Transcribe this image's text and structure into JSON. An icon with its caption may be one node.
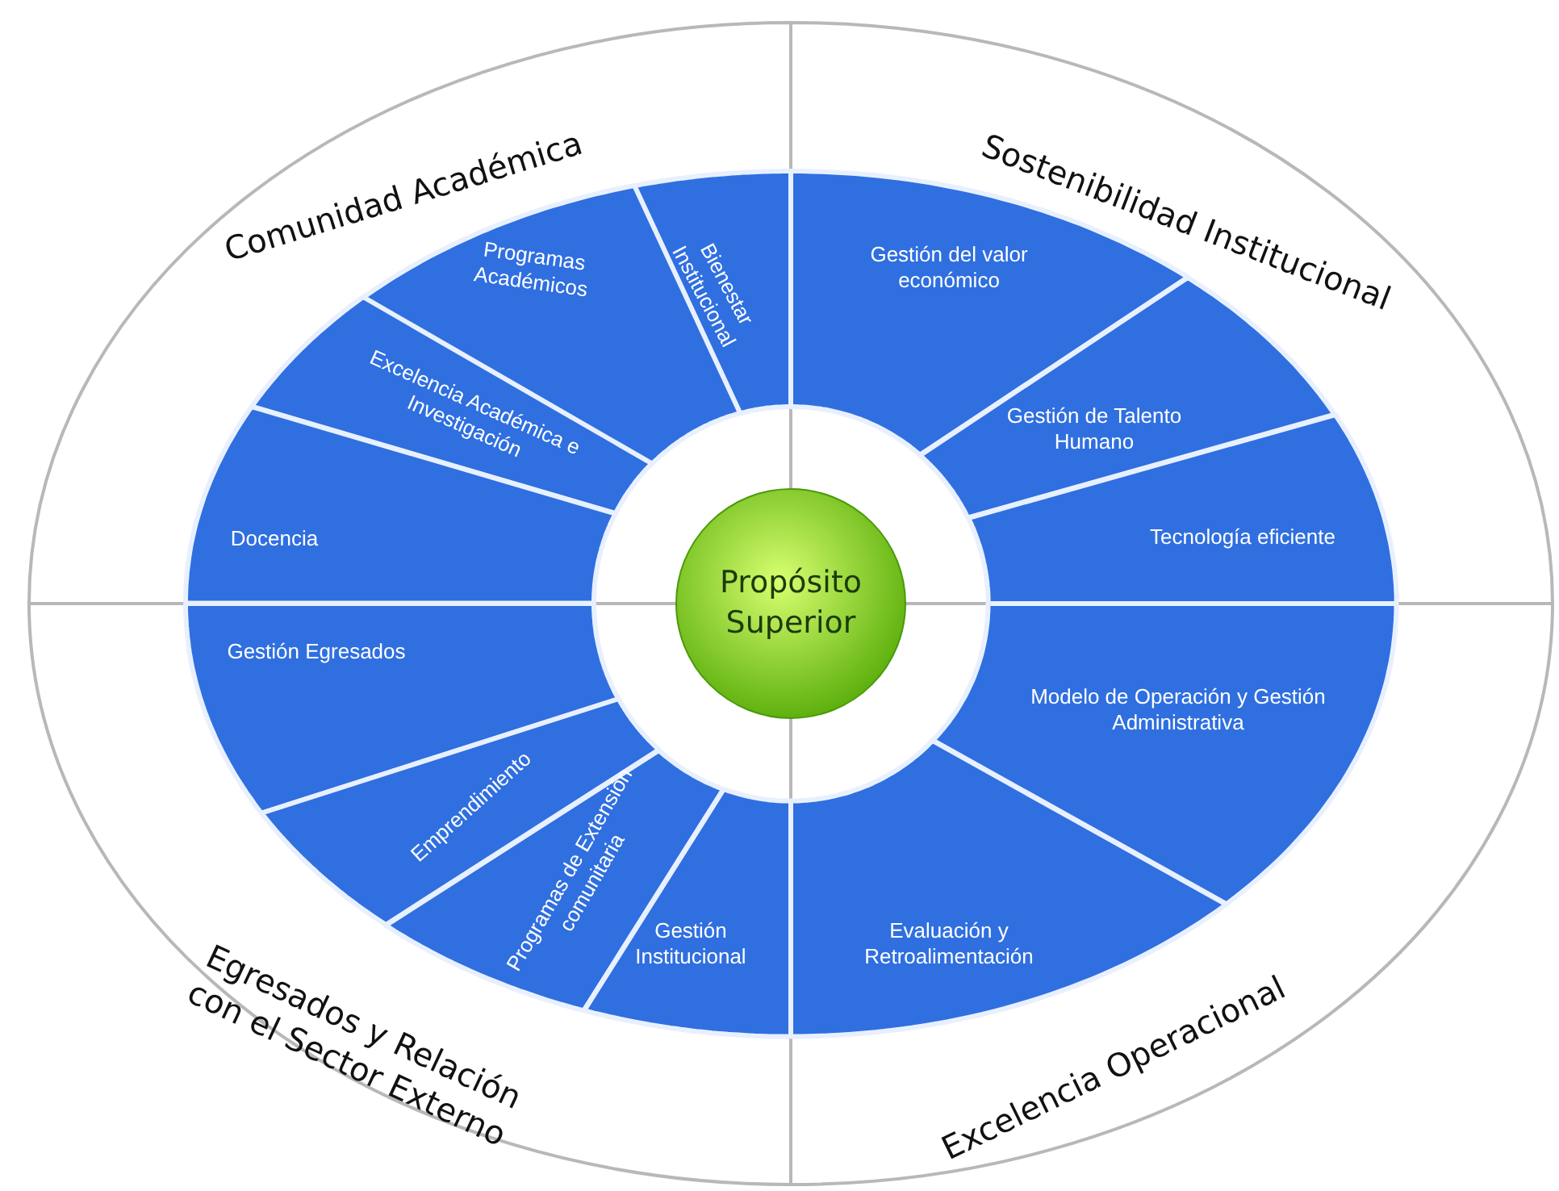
{
  "diagram": {
    "nodes": [
      {
        "text": [
          "Comunidad Académica"
        ]
      },
      {
        "text": [
          "Bienestar Institucional"
        ],
        "in": 0
      },
      {
        "text": [
          "Programas Académicos"
        ],
        "in": 0
      },
      {
        "text": [
          "Excelencia Académica e Investigación"
        ],
        "in": 0
      },
      {
        "text": [
          "Docencia"
        ],
        "in": 0
      },
      {
        "text": [
          "Sostenibilidad Institucional"
        ]
      },
      {
        "text": [
          "Gestión del valor económico"
        ],
        "in": 5
      },
      {
        "text": [
          "Gestión de Talento Humano"
        ],
        "in": 5
      },
      {
        "text": [
          "Tecnología eficiente"
        ],
        "in": 5
      },
      {
        "text": [
          "Egresados y Relación con el Sector Externo"
        ]
      },
      {
        "text": [
          "Gestión Egresados"
        ],
        "in": 9
      },
      {
        "text": [
          "Emprendimiento"
        ],
        "in": 9
      },
      {
        "text": [
          "Programas de Extensión comunitaria"
        ],
        "in": 9
      },
      {
        "text": [
          "Gestión Institucional"
        ],
        "in": 9
      },
      {
        "text": [
          "Excelencia Operacional"
        ]
      },
      {
        "text": [
          "Modelo de Operación y Gestión Administrativa"
        ],
        "in": 14
      },
      {
        "text": [
          "Evaluación y Retroalimentación"
        ],
        "in": 14
      },
      {
        "text": [
          "Propósito Superior"
        ]
      }
    ]
  }
}
